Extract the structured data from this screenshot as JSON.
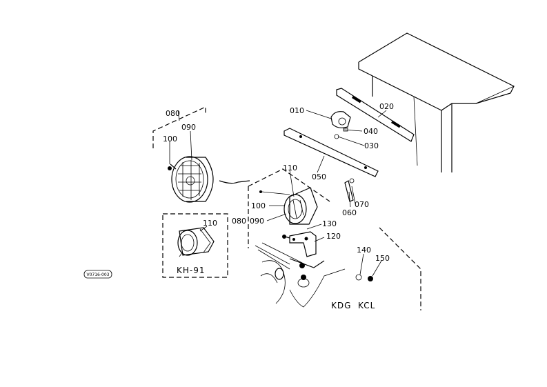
{
  "callouts": {
    "p010": "010",
    "p020": "020",
    "p030": "030",
    "p040": "040",
    "p050": "050",
    "p060": "060",
    "p070": "070",
    "p080_top": "080",
    "p090_top": "090",
    "p100_top": "100",
    "p110_kdg": "110",
    "p100_kdg": "100",
    "p080_kdg": "080",
    "p090_kdg": "090",
    "p130": "130",
    "p120": "120",
    "p140": "140",
    "p150": "150",
    "p110_kh": "110"
  },
  "variants": {
    "kh91": "KH-91",
    "kdg_kcl": "KDG  KCL"
  },
  "figure_code": "V0716-003"
}
